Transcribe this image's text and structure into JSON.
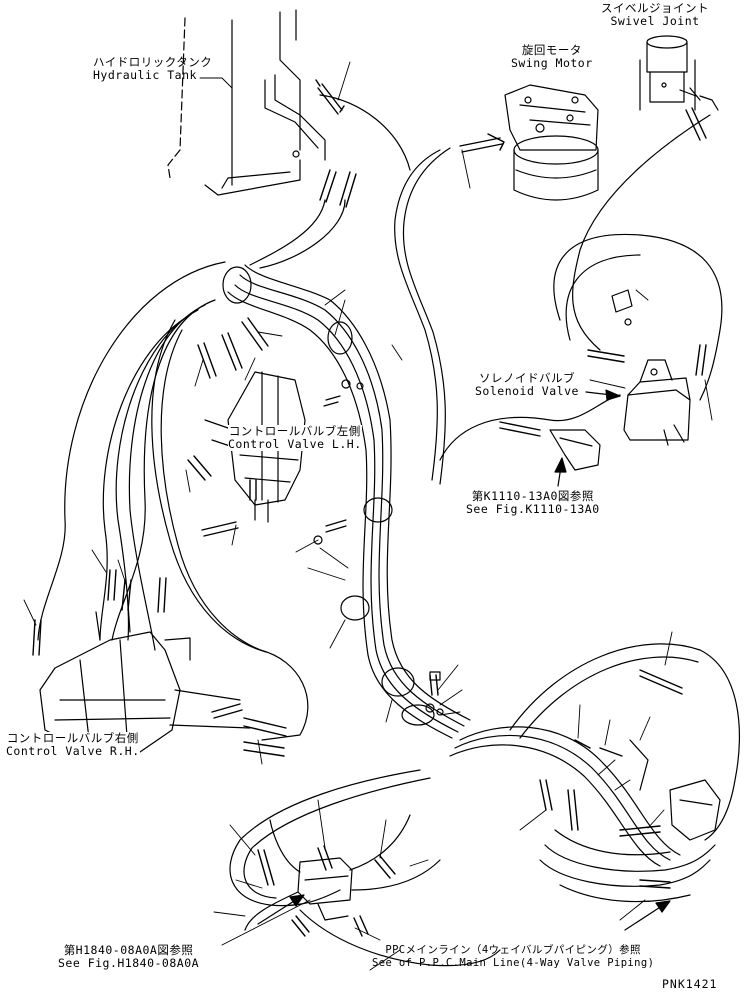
{
  "labels": {
    "hydraulic_tank": {
      "jp": "ハイドロリックタンク",
      "en": "Hydraulic Tank"
    },
    "swing_motor": {
      "jp": "旋回モータ",
      "en": "Swing Motor"
    },
    "swivel_joint": {
      "jp": "スイベルジョイント",
      "en": "Swivel Joint"
    },
    "solenoid_valve": {
      "jp": "ソレノイドバルブ",
      "en": "Solenoid Valve"
    },
    "control_valve_lh": {
      "jp": "コントロールバルブ左側",
      "en": "Control Valve L.H."
    },
    "control_valve_rh": {
      "jp": "コントロールバルブ右側",
      "en": "Control Valve R.H."
    },
    "ref_k1110": {
      "jp": "第K1110-13A0図参照",
      "en": "See Fig.K1110-13A0"
    },
    "ref_h1840": {
      "jp": "第H1840-08A0A図参照",
      "en": "See Fig.H1840-08A0A"
    },
    "ref_ppc": {
      "jp": "PPCメインライン（4ウェイバルブパイピング）参照",
      "en": "See of P.P.C.Main Line(4-Way Valve Piping)"
    }
  },
  "drawing_code": "PNK1421"
}
